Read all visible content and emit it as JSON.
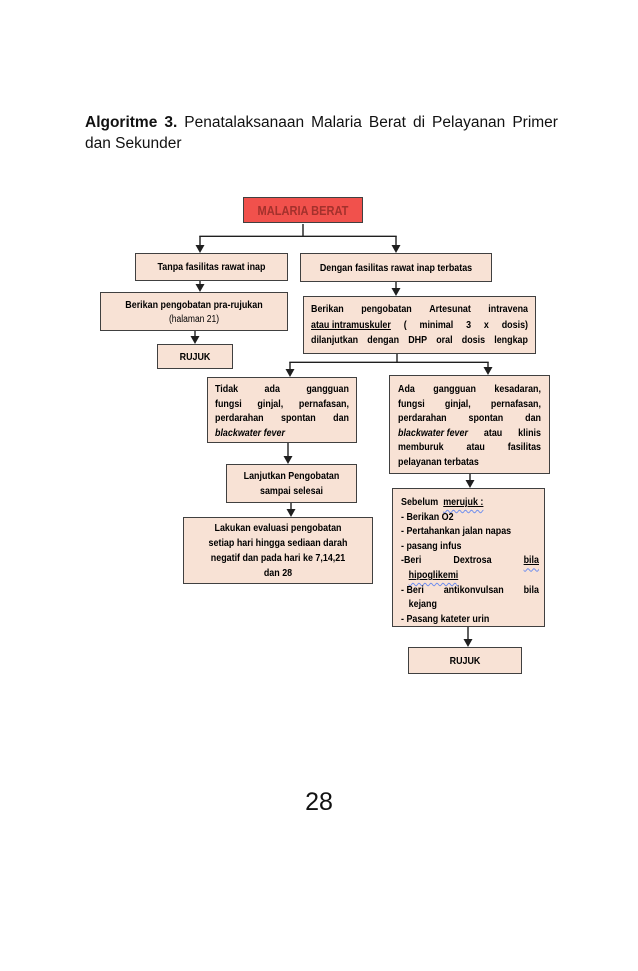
{
  "page": {
    "title_line1": "Algoritme 3. Penatalaksanaan Malaria Berat di Pelayanan Primer",
    "title_line2": "dan Sekunder",
    "page_number": "28"
  },
  "colors": {
    "box_fill": "#F8E2D5",
    "box_border": "#404040",
    "root_fill": "#F1514C",
    "root_text": "#A3312C",
    "line": "#1F1F1F",
    "squiggle": "#6A8BEF"
  },
  "flow": {
    "root": "MALARIA BERAT",
    "tanpa": "Tanpa fasilitas rawat inap",
    "dengan": "Dengan fasilitas rawat inap terbatas",
    "prarujukan_l1": "Berikan pengobatan pra-rujukan",
    "prarujukan_l2": "(halaman 21)",
    "rujuk_left": "RUJUK",
    "artesunat": {
      "l1": "Berikan pengobatan Artesunat intravena",
      "l2_u": "atau intramuskuler",
      "l2_rest_words": [
        "(",
        "minimal",
        "3",
        "x",
        "dosis)"
      ],
      "l3": "dilanjutkan dengan DHP oral dosis lengkap"
    },
    "tidak": {
      "l1": "Tidak ada gangguan",
      "l2": "fungsi ginjal, pernafasan,",
      "l3": "perdarahan spontan dan",
      "l4_i": "blackwater fever"
    },
    "ada": {
      "l1": "Ada gangguan kesadaran,",
      "l2": "fungsi ginjal, pernafasan,",
      "l3": "perdarahan spontan dan",
      "l4_i": "blackwater fever",
      "l4_b": "atau",
      "l4_c": "klinis",
      "l5": "memburuk atau fasilitas",
      "l6": "pelayanan terbatas"
    },
    "lanjutkan_l1": "Lanjutkan Pengobatan",
    "lanjutkan_l2": "sampai selesai",
    "lakukan_l1": "Lakukan evaluasi pengobatan",
    "lakukan_l2": "setiap hari hingga sediaan darah",
    "lakukan_l3": "negatif dan pada hari ke 7,14,21",
    "lakukan_l4": "dan 28",
    "sebelum": {
      "head_plain": "Sebelum",
      "head_u": "merujuk :",
      "i1": "- Berikan O2",
      "i2": "- Pertahankan jalan napas",
      "i3": "- pasang infus",
      "i4_words": [
        "-Beri",
        "Dextrosa",
        "bila"
      ],
      "i4_l2": "hipoglikemi",
      "i5_words": [
        "- Beri",
        "antikonvulsan",
        "bila"
      ],
      "i5_l2": "kejang",
      "i6": "- Pasang kateter urin"
    },
    "rujuk_right": "RUJUK"
  }
}
